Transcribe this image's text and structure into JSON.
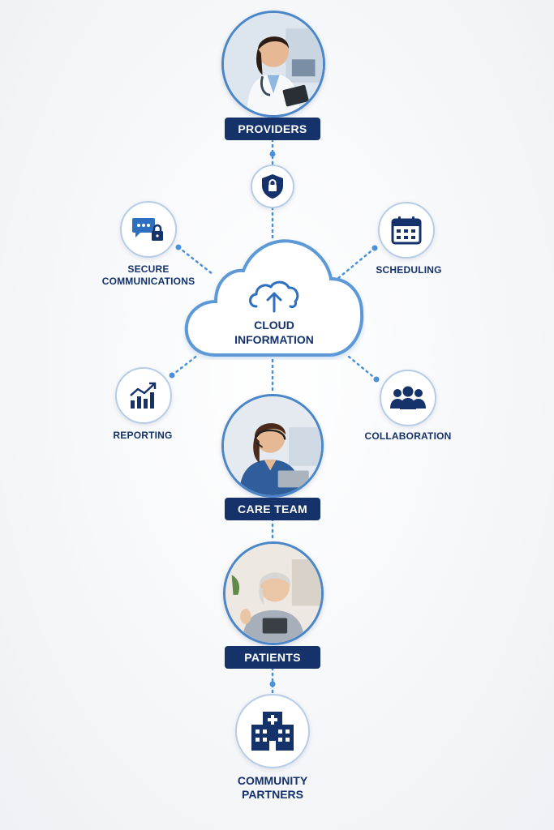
{
  "center": {
    "line1": "CLOUD",
    "line2": "INFORMATION"
  },
  "nodes": {
    "providers": "PROVIDERS",
    "care_team": "CARE TEAM",
    "patients": "PATIENTS",
    "community_line1": "COMMUNITY",
    "community_line2": "PARTNERS"
  },
  "features": {
    "secure_line1": "SECURE",
    "secure_line2": "COMMUNICATIONS",
    "scheduling": "SCHEDULING",
    "reporting": "REPORTING",
    "collaboration": "COLLABORATION"
  },
  "colors": {
    "navy": "#15326b",
    "accent": "#2f6fc0",
    "dot": "#4a90d9"
  },
  "icons": [
    "shield-lock-icon",
    "chat-lock-icon",
    "calendar-icon",
    "cloud-upload-icon",
    "chart-up-icon",
    "team-icon",
    "hospital-icon"
  ]
}
